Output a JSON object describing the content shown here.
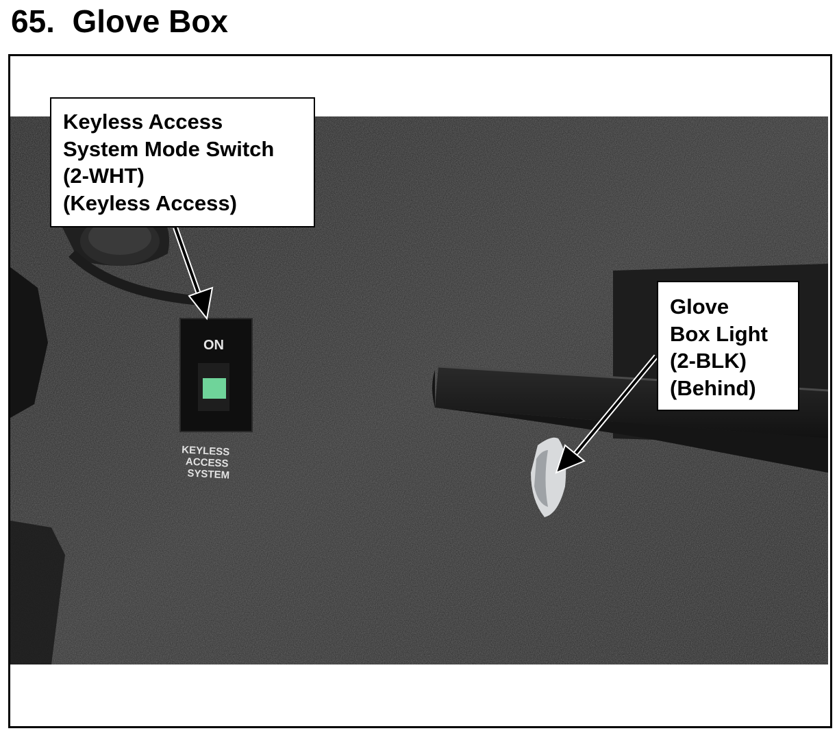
{
  "page": {
    "title": "65.  Glove Box"
  },
  "photo": {
    "switch_label": "ON",
    "switch_caption": [
      "KEYLESS",
      "ACCESS",
      "SYSTEM"
    ]
  },
  "callouts": {
    "mode_switch": {
      "lines": [
        "Keyless Access",
        "System Mode Switch",
        "(2-WHT)",
        "(Keyless Access)"
      ]
    },
    "glove_box_light": {
      "lines": [
        "Glove",
        "Box Light",
        "(2-BLK)",
        "(Behind)"
      ]
    }
  },
  "colors": {
    "carpet": "#3a3a3a",
    "switch_indicator": "#6fd49a",
    "callout_border": "#000000"
  }
}
